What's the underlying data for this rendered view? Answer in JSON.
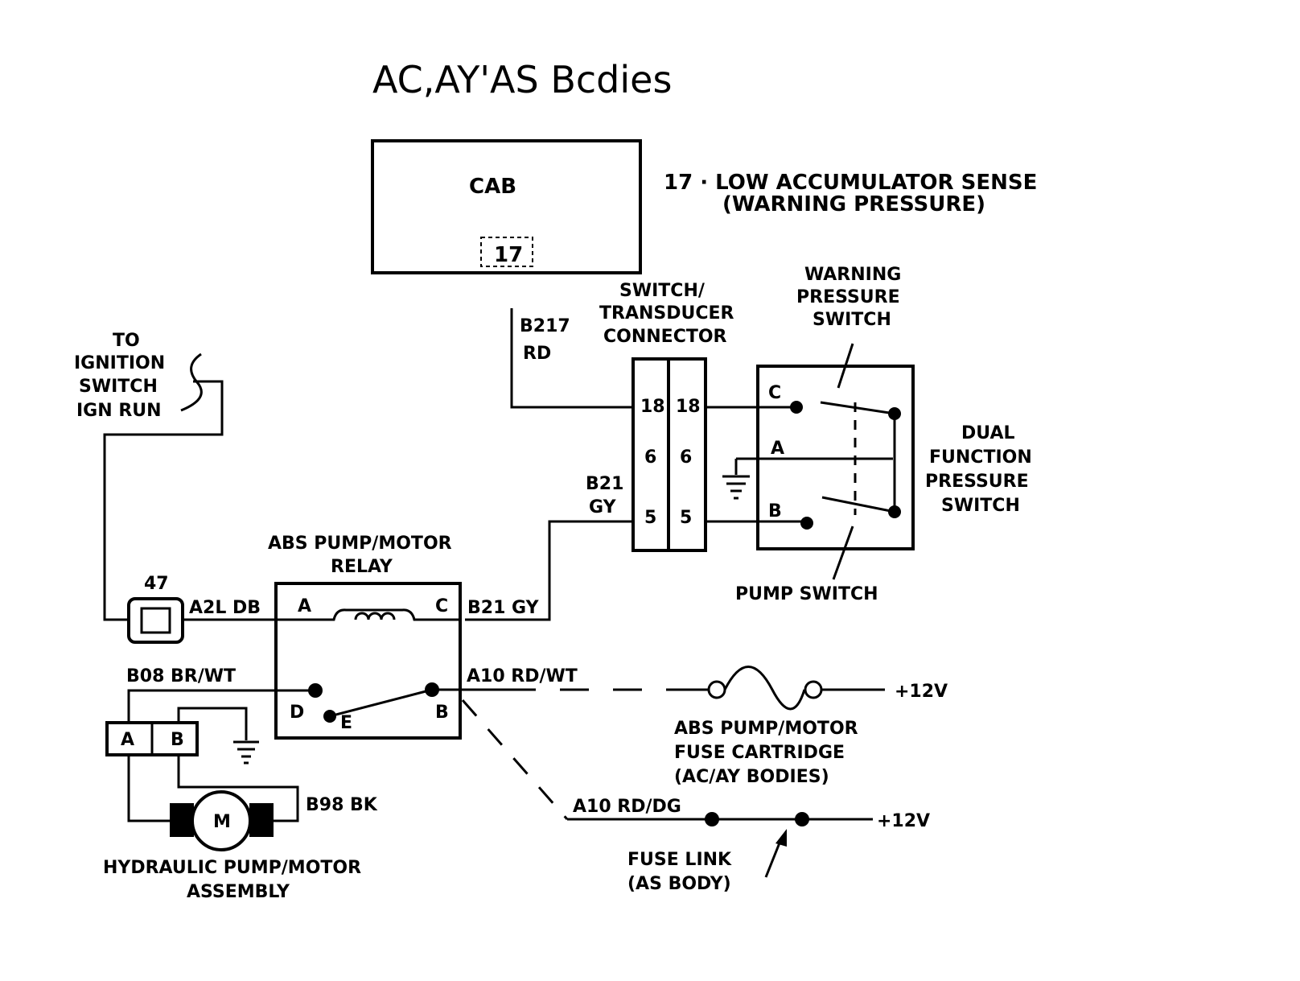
{
  "title": "AC,AY'AS Bcdies",
  "cab": {
    "label": "CAB",
    "pin": "17",
    "note_line1": "17 · LOW ACCUMULATOR SENSE",
    "note_line2": "(WARNING PRESSURE)"
  },
  "wire_b217": {
    "code": "B217",
    "color": "RD"
  },
  "connector": {
    "label": [
      "SWITCH/",
      "TRANSDUCER",
      "CONNECTOR"
    ],
    "pins": [
      "18",
      "6",
      "5"
    ]
  },
  "warning_switch": {
    "label": [
      "WARNING",
      "PRESSURE",
      "SWITCH"
    ]
  },
  "dual_switch": {
    "label": [
      "DUAL",
      "FUNCTION",
      "PRESSURE",
      "SWITCH"
    ],
    "terminals": [
      "C",
      "A",
      "B"
    ]
  },
  "pump_switch": {
    "label": "PUMP SWITCH"
  },
  "ignition": {
    "label": [
      "TO",
      "IGNITION",
      "SWITCH",
      "IGN RUN"
    ]
  },
  "wire_b21_vertical": {
    "code": "B21",
    "color": "GY"
  },
  "relay": {
    "label": [
      "ABS PUMP/MOTOR",
      "RELAY"
    ],
    "terminals": {
      "a": "A",
      "c": "C",
      "d": "D",
      "e": "E",
      "b": "B"
    }
  },
  "splice": {
    "number": "47"
  },
  "wire_a21": "A2L DB",
  "wire_b21": "B21 GY",
  "wire_b08": "B08 BR/WT",
  "wire_a10_top": "A10 RD/WT",
  "wire_a10_bottom": "A10 RD/DG",
  "wire_b98": "B98 BK",
  "pump_connector": {
    "a": "A",
    "b": "B"
  },
  "motor": {
    "symbol": "M",
    "label": [
      "HYDRAULIC PUMP/MOTOR",
      "ASSEMBLY"
    ]
  },
  "fuse_cartridge": {
    "label": [
      "ABS PUMP/MOTOR",
      "FUSE CARTRIDGE",
      "(AC/AY BODIES)"
    ]
  },
  "fuse_link": {
    "label": [
      "FUSE LINK",
      "(AS BODY)"
    ]
  },
  "supply": {
    "top": "+12V",
    "bottom": "+12V"
  }
}
